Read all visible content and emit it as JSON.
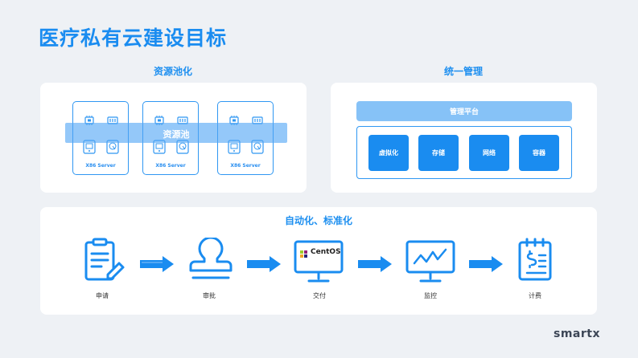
{
  "title": "医疗私有云建设目标",
  "pool_section": {
    "label": "资源池化",
    "pool_label": "资源池",
    "servers": [
      {
        "caption": "X86 Server"
      },
      {
        "caption": "X86 Server"
      },
      {
        "caption": "X86 Server"
      }
    ]
  },
  "mgmt_section": {
    "label": "统一管理",
    "platform_label": "管理平台",
    "items": [
      "虚拟化",
      "存储",
      "网络",
      "容器"
    ]
  },
  "automation_section": {
    "label": "自动化、标准化",
    "steps": [
      {
        "label": "申请",
        "icon": "form-pencil-icon"
      },
      {
        "label": "审批",
        "icon": "stamp-icon"
      },
      {
        "label": "交付",
        "icon": "monitor-centos-icon",
        "screen_text": "CentOS"
      },
      {
        "label": "监控",
        "icon": "monitor-chart-icon"
      },
      {
        "label": "计费",
        "icon": "billing-icon"
      }
    ]
  },
  "brand": "smartx",
  "colors": {
    "accent": "#1a8cf0",
    "pool_bar": "#52a6f6",
    "platform_bar": "#86c2f7"
  }
}
